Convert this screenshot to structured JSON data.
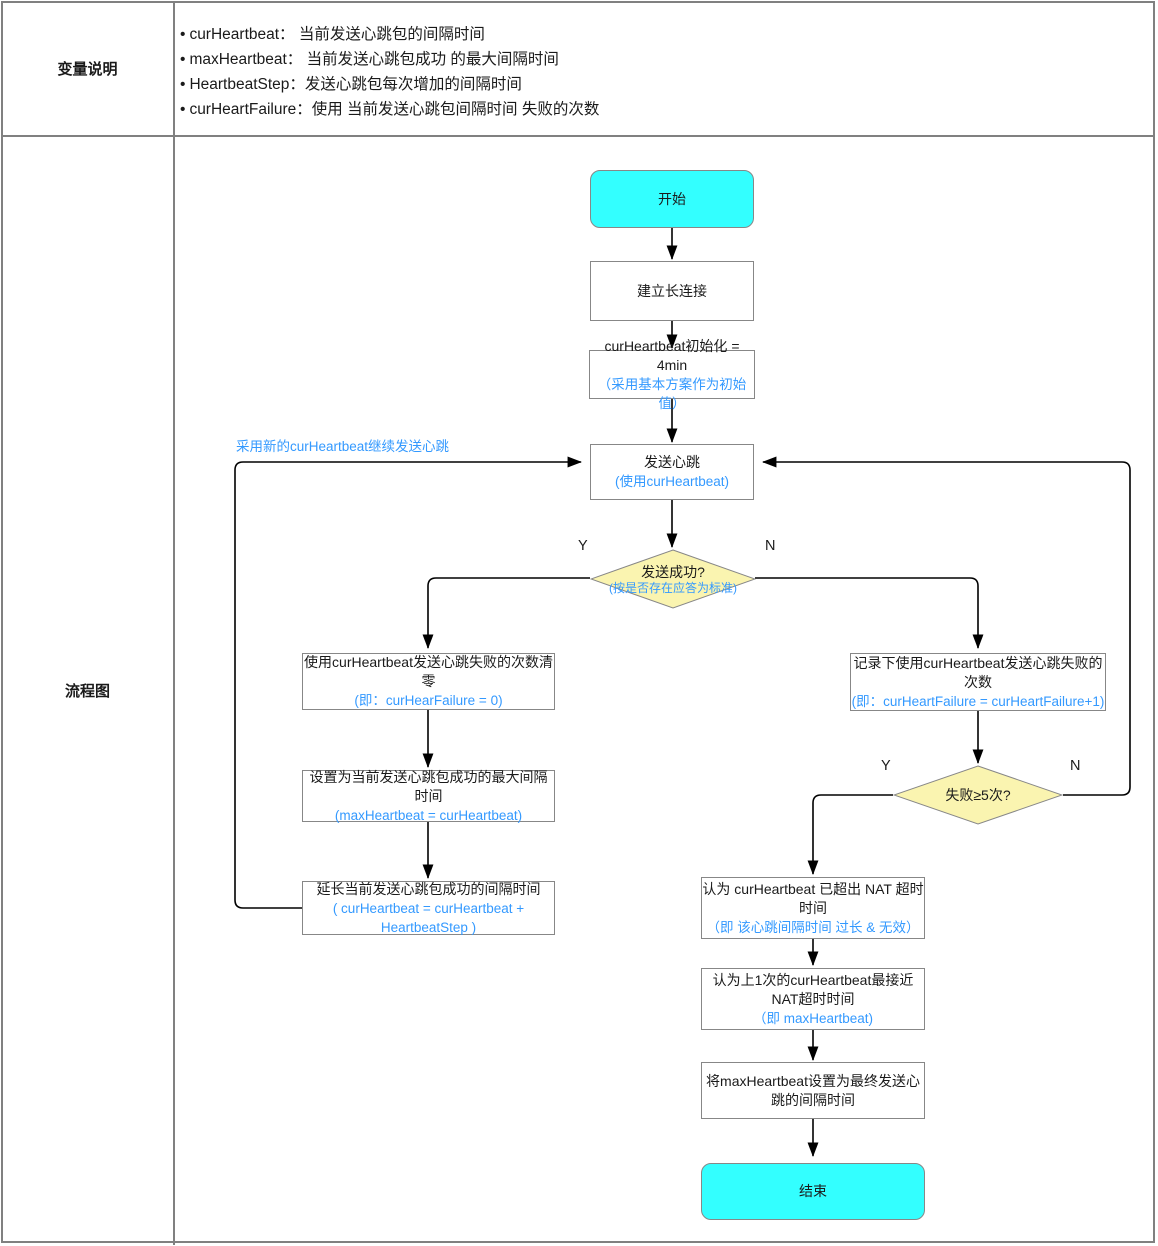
{
  "table": {
    "rows": [
      {
        "label": "变量说明"
      },
      {
        "label": "流程图"
      }
    ]
  },
  "variables": {
    "items": [
      "curHeartbeat： 当前发送心跳包的间隔时间",
      "maxHeartbeat： 当前发送心跳包成功 的最大间隔时间",
      "HeartbeatStep：发送心跳包每次增加的间隔时间",
      "curHeartFailure：使用 当前发送心跳包间隔时间 失败的次数"
    ]
  },
  "colors": {
    "terminal_fill": "#33FFFF",
    "decision_fill": "#FAF4B0",
    "annotation_text": "#3399FF",
    "node_border": "#878787",
    "frame_border": "#808080"
  },
  "flowchart": {
    "type": "flowchart",
    "nodes": {
      "start": {
        "label": "开始",
        "shape": "terminal"
      },
      "connect": {
        "label": "建立长连接",
        "shape": "process"
      },
      "init": {
        "label": "curHeartbeat初始化 = 4min",
        "sub": "（采用基本方案作为初始值）",
        "shape": "process"
      },
      "send": {
        "label": "发送心跳",
        "sub": "(使用curHeartbeat)",
        "shape": "process"
      },
      "decide_send": {
        "label": "发送成功?",
        "sub": "(按是否存在应答为标准)",
        "shape": "decision"
      },
      "reset_failure": {
        "label": "使用curHeartbeat发送心跳失败的次数清零",
        "sub": "(即：curHearFailure = 0)",
        "shape": "process"
      },
      "set_max": {
        "label": "设置为当前发送心跳包成功的最大间隔时间",
        "sub": "(maxHeartbeat = curHeartbeat)",
        "shape": "process"
      },
      "extend": {
        "label": "延长当前发送心跳包成功的间隔时间",
        "sub": "( curHeartbeat = curHeartbeat + HeartbeatStep )",
        "shape": "process"
      },
      "record_failure": {
        "label": "记录下使用curHeartbeat发送心跳失败的次数",
        "sub": "(即：curHeartFailure = curHeartFailure+1)",
        "shape": "process"
      },
      "decide_fail5": {
        "label": "失败≥5次?",
        "shape": "decision"
      },
      "over_nat": {
        "label": "认为 curHeartbeat 已超出 NAT 超时时间",
        "sub": "（即 该心跳间隔时间 过长 & 无效）",
        "shape": "process"
      },
      "closest_nat": {
        "label": "认为上1次的curHeartbeat最接近NAT超时时间",
        "sub": "（即 maxHeartbeat)",
        "shape": "process"
      },
      "final_set": {
        "label": "将maxHeartbeat设置为最终发送心跳的间隔时间",
        "shape": "process"
      },
      "end": {
        "label": "结束",
        "shape": "terminal"
      }
    },
    "branch_labels": {
      "send_yes": "Y",
      "send_no": "N",
      "fail5_yes": "Y",
      "fail5_no": "N"
    },
    "annotations": {
      "loopback": "采用新的curHeartbeat继续发送心跳"
    }
  }
}
